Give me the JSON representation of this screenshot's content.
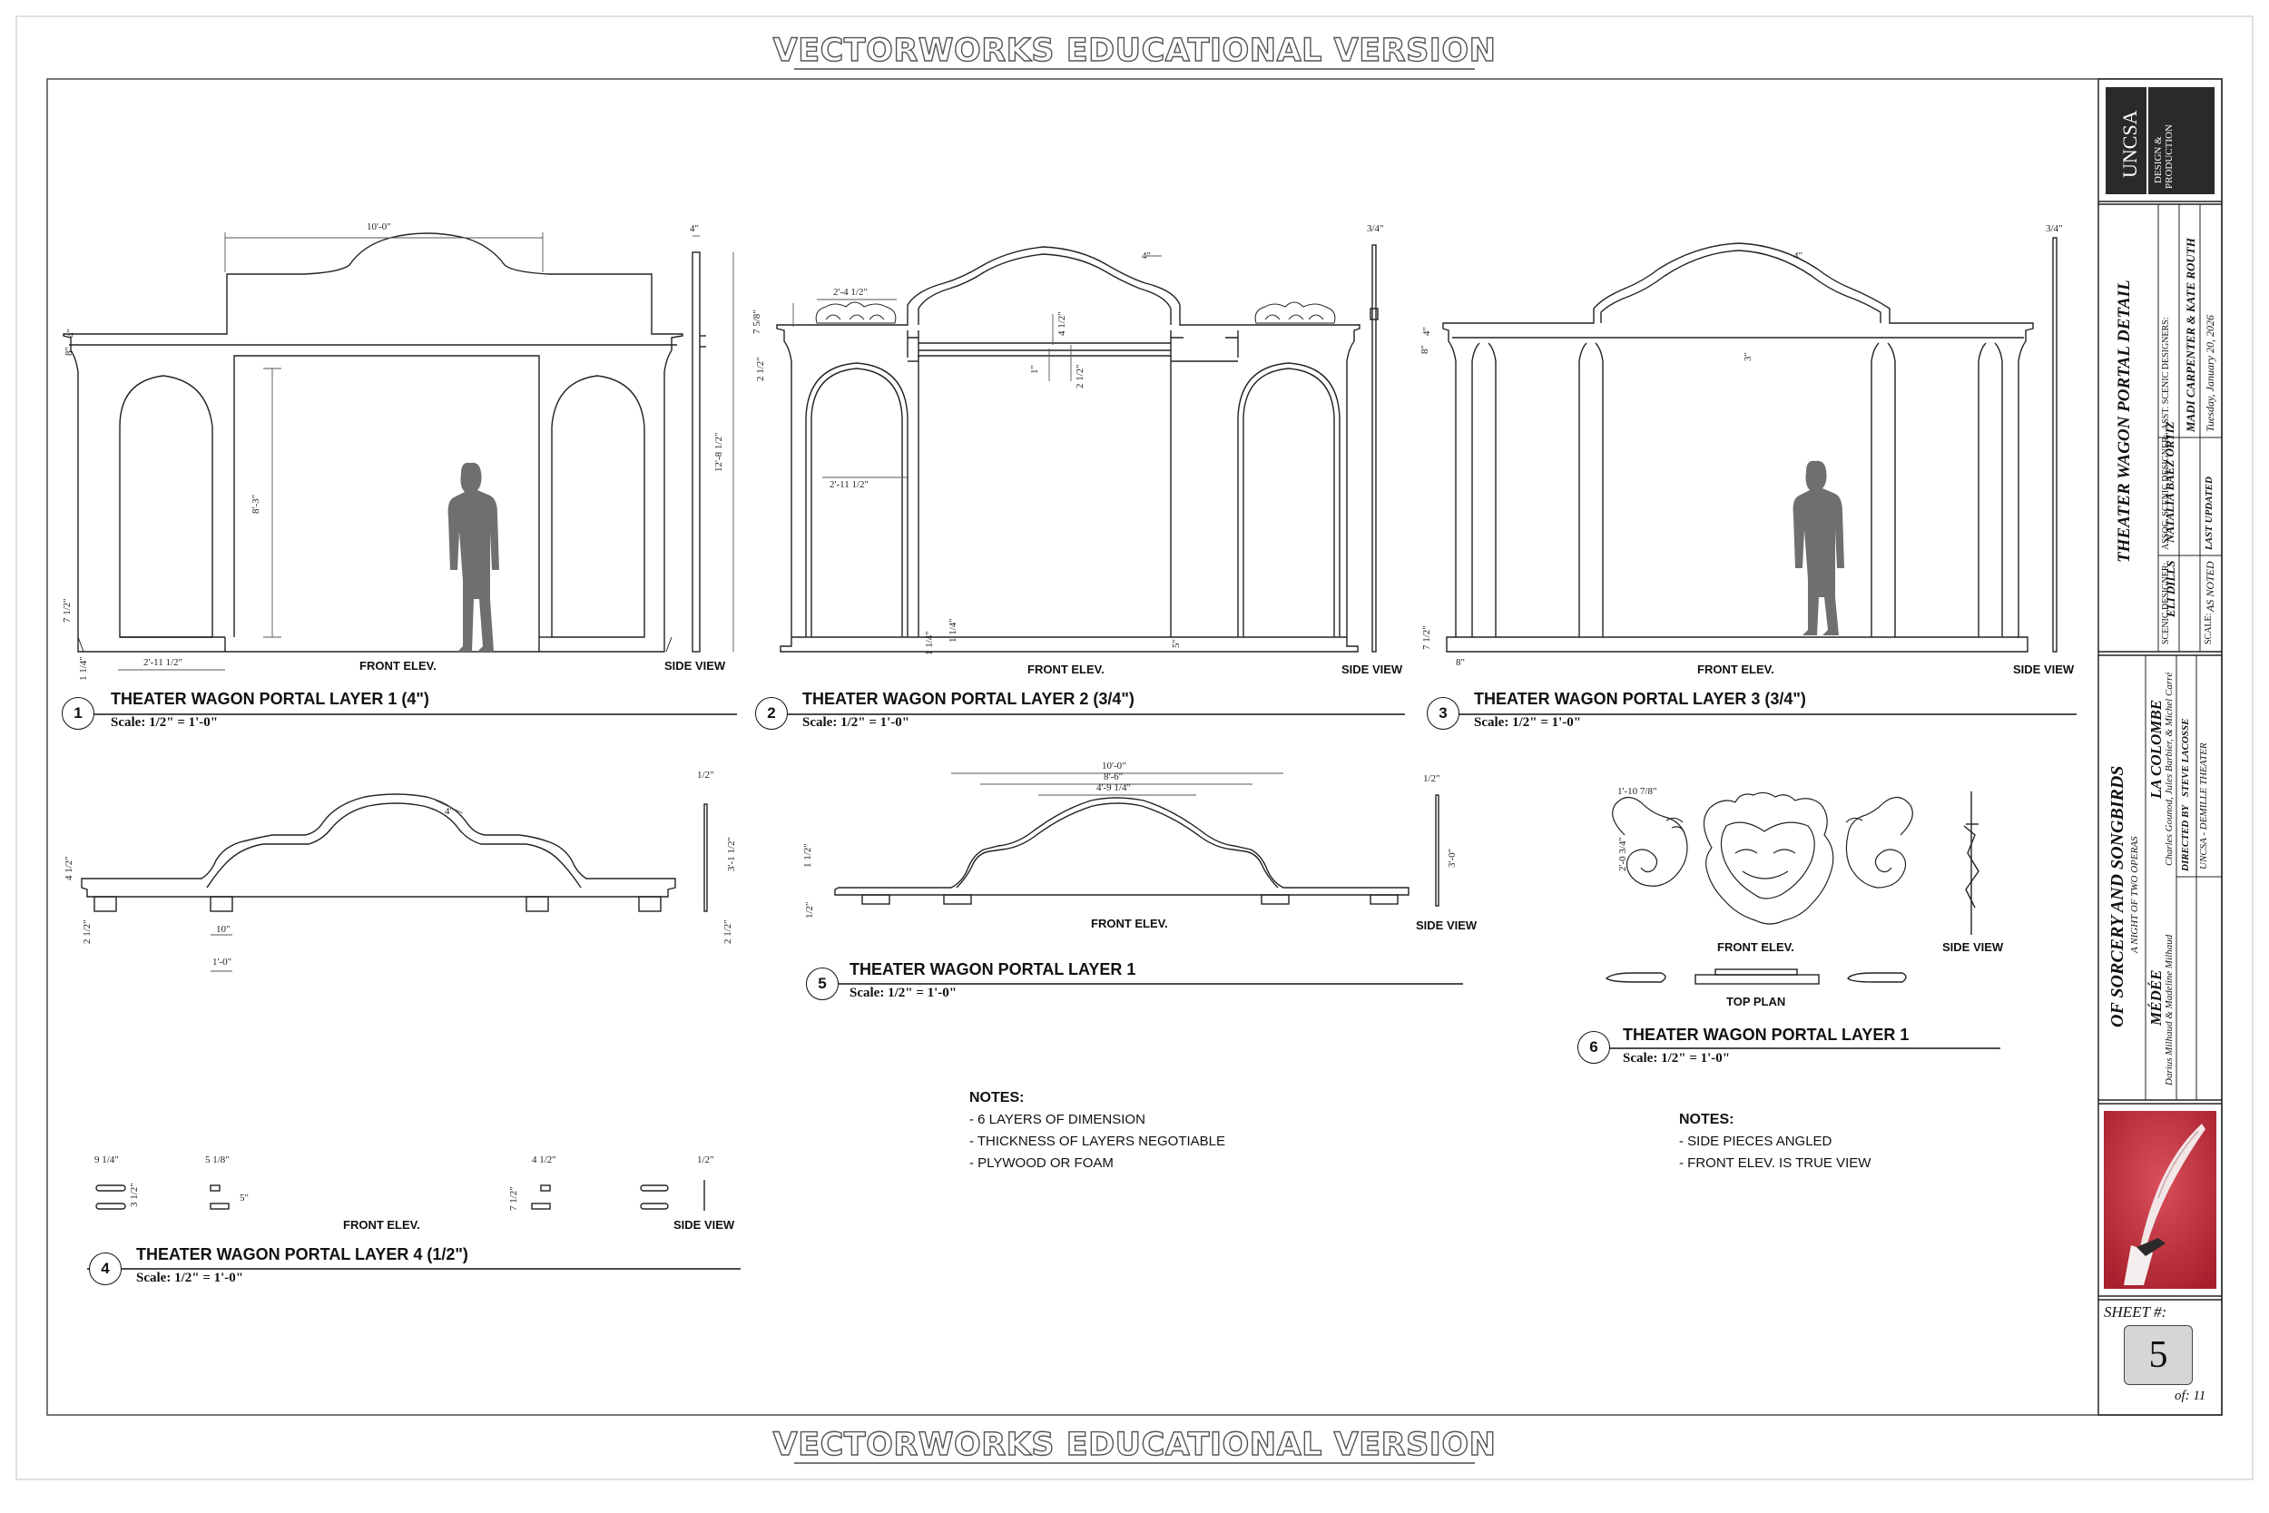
{
  "watermark": "VECTORWORKS EDUCATIONAL VERSION",
  "title_block": {
    "logo_main": "UNCSA",
    "logo_sub1": "DESIGN &",
    "logo_sub2": "PRODUCTION",
    "sheet_title": "THEATER WAGON PORTAL DETAIL",
    "scenic_designer_label": "SCENIC DESIGNER:",
    "scenic_designer": "ELI DILLS",
    "assoc_label": "ASSOC. SCENIC DESIGNER:",
    "assoc": "NATALIA BAEZ ORTIZ",
    "asst_label": "ASST. SCENIC DESIGNERS:",
    "asst": "MADI CARPENTER & KATE ROUTH",
    "scale_label": "SCALE:",
    "scale": "AS NOTED",
    "updated_label": "LAST UPDATED",
    "updated": "Tuesday, January 20, 2026",
    "show_title": "OF SORCERY AND SONGBIRDS",
    "show_sub": "A NIGHT OF TWO OPERAS",
    "opera1": "MÉDÉE",
    "opera1_credit": "Darius Milhaud & Madeline Milhaud",
    "opera2": "LA COLOMBE",
    "opera2_credit": "Charles Gounod, Jules Barbier, & Michel Carré",
    "director_label": "DIRECTED BY",
    "director": "STEVE LACOSSE",
    "venue": "UNCSA - DEMILLE THEATER",
    "sheet_label": "SHEET #:",
    "sheet_no": "5",
    "sheet_of": "of: 11"
  },
  "labels": {
    "front_elev": "FRONT ELEV.",
    "side_view": "SIDE VIEW",
    "top_plan": "TOP PLAN"
  },
  "drawings": [
    {
      "num": "1",
      "title": "THEATER WAGON PORTAL LAYER 1 (4\")",
      "scale": "Scale: 1/2\" = 1'-0\""
    },
    {
      "num": "2",
      "title": "THEATER WAGON PORTAL LAYER 2 (3/4\")",
      "scale": "Scale: 1/2\" = 1'-0\""
    },
    {
      "num": "3",
      "title": "THEATER WAGON PORTAL LAYER 3 (3/4\")",
      "scale": "Scale: 1/2\" = 1'-0\""
    },
    {
      "num": "4",
      "title": "THEATER WAGON PORTAL LAYER 4 (1/2\")",
      "scale": "Scale: 1/2\" = 1'-0\""
    },
    {
      "num": "5",
      "title": "THEATER WAGON PORTAL LAYER 1",
      "scale": "Scale: 1/2\" = 1'-0\""
    },
    {
      "num": "6",
      "title": "THEATER WAGON PORTAL LAYER 1",
      "scale": "Scale: 1/2\" = 1'-0\""
    }
  ],
  "dims": {
    "d1_w": "10'-0\"",
    "d1_top": "4\"",
    "d1_8": "8\"",
    "d1_4": "4\"",
    "d1_h": "8'-3\"",
    "d1_w2": "2'-11 1/2\"",
    "d1_712": "7 1/2\"",
    "d1_114": "1 1/4\"",
    "d1_side": "12'-8 1/2\"",
    "d2_top": "4\"",
    "d2_side": "3/4\"",
    "d2_758": "7 5/8\"",
    "d2_2412": "2'-4 1/2\"",
    "d2_412": "4 1/2\"",
    "d2_1": "1\"",
    "d2_212": "2 1/2\"",
    "d2_212b": "2 1/2\"",
    "d2_21112": "2'-11 1/2\"",
    "d2_114": "1 1/4\"",
    "d2_114b": "1 1/4\"",
    "d2_5": "5\"",
    "d3_top": "4\"",
    "d3_side": "3/4\"",
    "d3_8": "8\"",
    "d3_4": "4\"",
    "d3_3": "3\"",
    "d3_712": "7 1/2\"",
    "d3_8b": "8\"",
    "d4_412": "4 1/2\"",
    "d4_4": "4\"",
    "d4_212": "2 1/2\"",
    "d4_10": "10\"",
    "d4_10b": "1'-0\"",
    "d4_side": "1/2\"",
    "d4_3112": "3'-1 1/2\"",
    "d4_212b": "2 1/2\"",
    "d5_w": "10'-0\"",
    "d5_86": "8'-6\"",
    "d5_4914": "4'-9 1/4\"",
    "d5_112": "1 1/2\"",
    "d5_12": "1/2\"",
    "d5_side": "1/2\"",
    "d5_30": "3'-0\"",
    "d6_1078": "1'-10 7/8\"",
    "d6_234": "2'-0 3/4\"",
    "d7_914": "9 1/4\"",
    "d7_518": "5 1/8\"",
    "d7_412": "4 1/2\"",
    "d7_12": "1/2\"",
    "d7_5": "5\"",
    "d7_712": "7 1/2\"",
    "d7_312": "3 1/2\""
  },
  "notes_left": {
    "heading": "NOTES:",
    "items": [
      "- 6 LAYERS OF DIMENSION",
      "- THICKNESS OF LAYERS NEGOTIABLE",
      "- PLYWOOD OR FOAM"
    ]
  },
  "notes_right": {
    "heading": "NOTES:",
    "items": [
      "- SIDE PIECES ANGLED",
      "- FRONT ELEV. IS TRUE VIEW"
    ]
  },
  "colors": {
    "figure": "#6f6f6f",
    "line": "#222222",
    "poster_bg": "#c4303f"
  }
}
